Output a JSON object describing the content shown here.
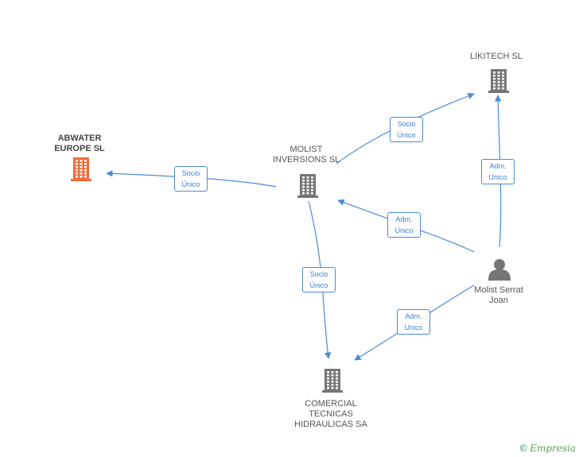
{
  "colors": {
    "edge": "#4a8ad8",
    "building": "#757575",
    "building_main": "#f36b3c",
    "person": "#757575"
  },
  "nodes": [
    {
      "id": "abwater",
      "label": "ABWATER\nEUROPE SL",
      "icon": "building-icon",
      "main": true
    },
    {
      "id": "molist_inv",
      "label": "MOLIST\nINVERSIONS SL",
      "icon": "building-icon",
      "main": false
    },
    {
      "id": "likitech",
      "label": "LIKITECH SL",
      "icon": "building-icon",
      "main": false
    },
    {
      "id": "comercial",
      "label": "COMERCIAL\nTECNICAS\nHIDRAULICAS SA",
      "icon": "building-icon",
      "main": false
    },
    {
      "id": "person",
      "label": "Molist Serrat\nJoan",
      "icon": "person-icon",
      "main": false
    }
  ],
  "edges": [
    {
      "from": "molist_inv",
      "to": "abwater",
      "label": "Socio\nÚnico"
    },
    {
      "from": "molist_inv",
      "to": "likitech",
      "label": "Socio\nÚnico"
    },
    {
      "from": "molist_inv",
      "to": "comercial",
      "label": "Socio\nÚnico"
    },
    {
      "from": "person",
      "to": "molist_inv",
      "label": "Adm.\nUnico"
    },
    {
      "from": "person",
      "to": "likitech",
      "label": "Adm.\nUnico"
    },
    {
      "from": "person",
      "to": "comercial",
      "label": "Adm.\nUnico"
    }
  ],
  "brand": {
    "copyright": "©",
    "name": "Empresia"
  }
}
